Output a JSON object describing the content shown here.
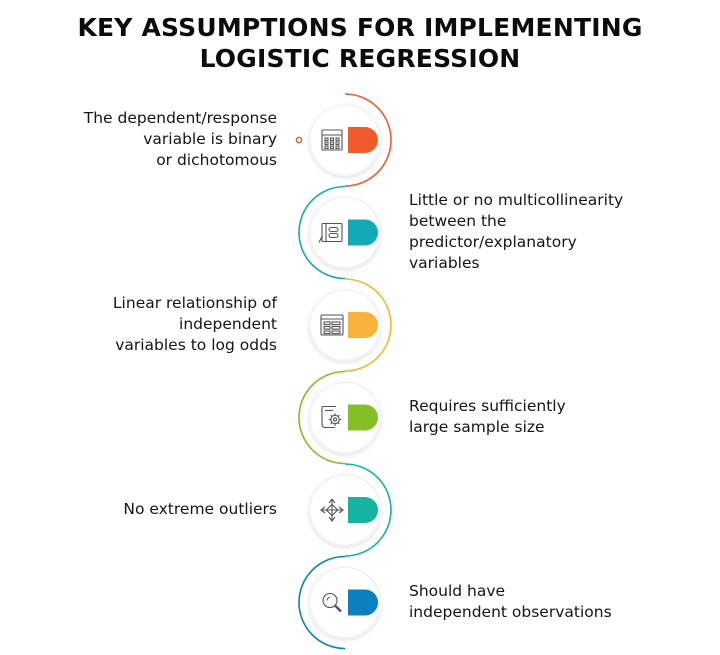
{
  "title": {
    "line1": "KEY ASSUMPTIONS FOR IMPLEMENTING",
    "line2": "LOGISTIC REGRESSION"
  },
  "colors": {
    "step1": "#f15a2b",
    "step2": "#13a9b7",
    "step3": "#f7b33b",
    "step4": "#84bf26",
    "step5": "#16b4a0",
    "step6": "#0c7fc0",
    "icon_stroke": "#555555",
    "circle_fill": "#ffffff",
    "circle_ring": "#eeeeee"
  },
  "steps": [
    {
      "icon": "calendar-grid-icon",
      "side": "left",
      "lines": [
        "The dependent/response",
        "variable is binary",
        "or dichotomous"
      ]
    },
    {
      "icon": "chart-panel-icon",
      "side": "right",
      "lines": [
        "Little or no multicollinearity",
        "between the",
        "predictor/explanatory",
        "variables"
      ]
    },
    {
      "icon": "table-window-icon",
      "side": "left",
      "lines": [
        "Linear relationship of",
        "independent",
        "variables to log odds"
      ]
    },
    {
      "icon": "gear-document-icon",
      "side": "right",
      "lines": [
        "Requires sufficiently",
        "large sample size"
      ]
    },
    {
      "icon": "arrows-expand-icon",
      "side": "left",
      "lines": [
        "No extreme outliers"
      ]
    },
    {
      "icon": "magnifier-icon",
      "side": "right",
      "lines": [
        "Should have",
        "independent observations"
      ]
    }
  ]
}
